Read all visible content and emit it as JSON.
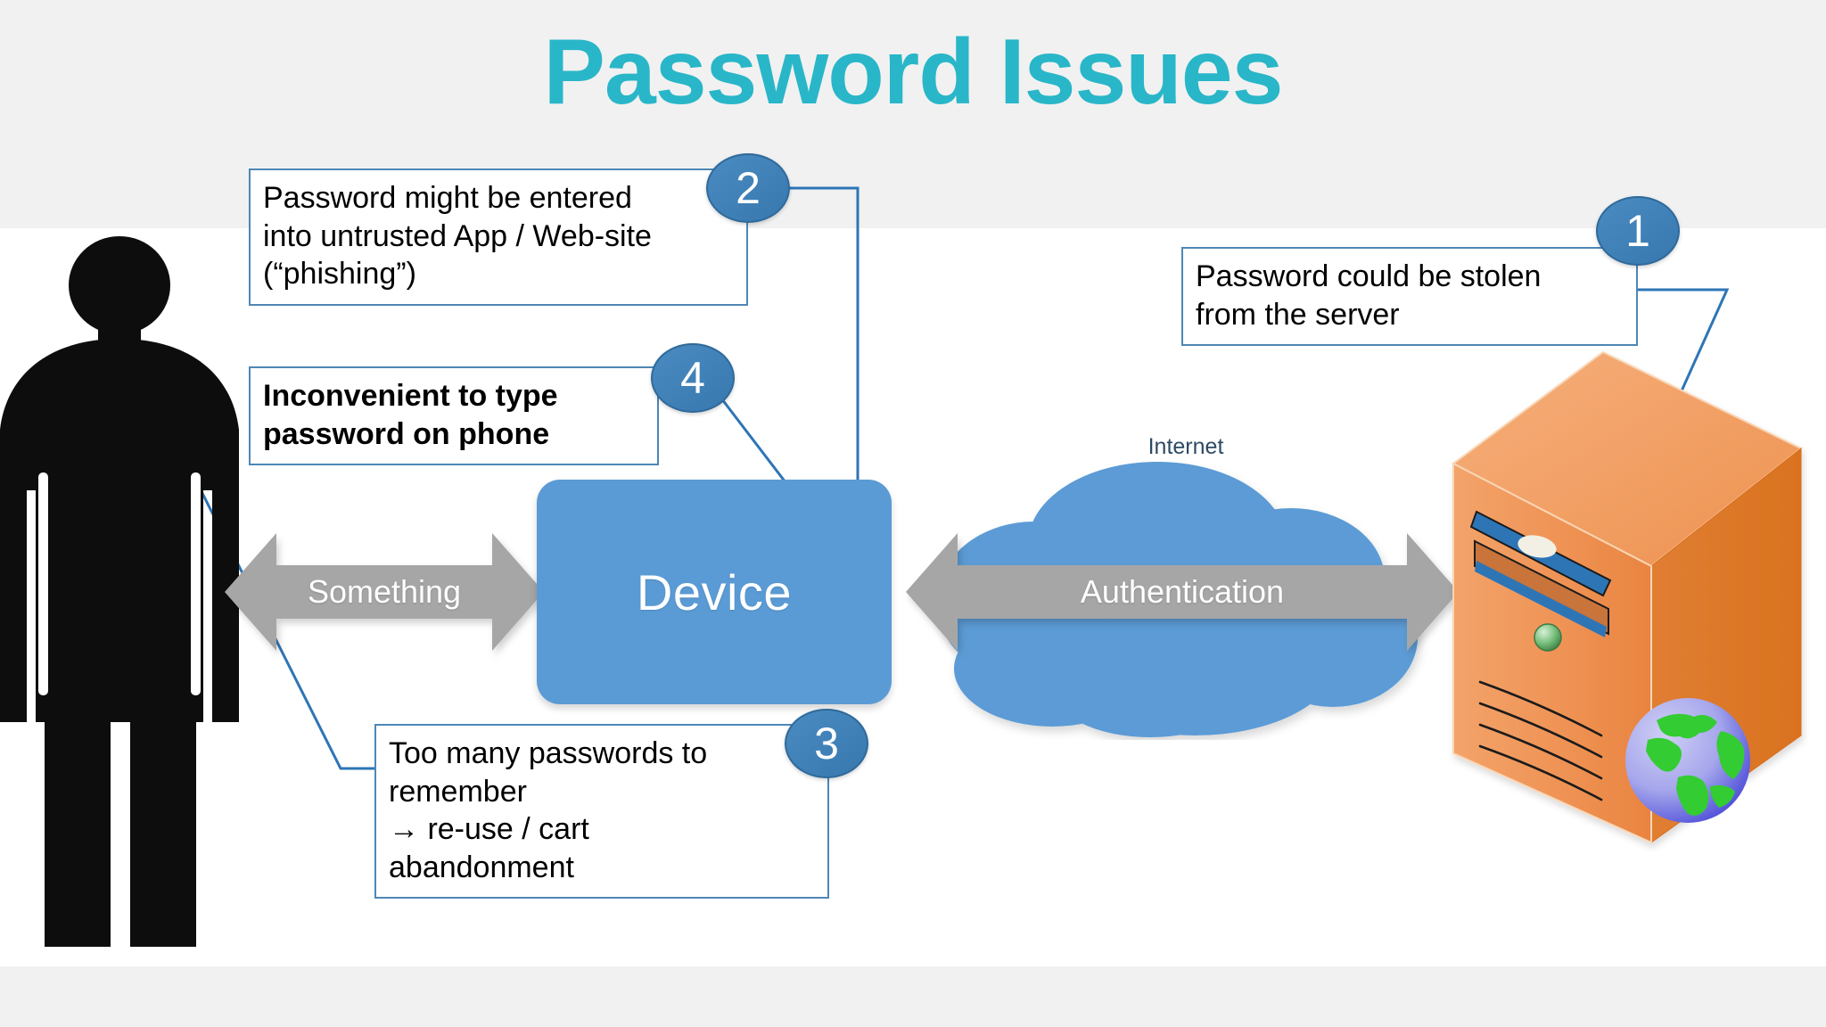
{
  "slide": {
    "title": "Password Issues",
    "title_color": "#29B6C8",
    "background_color": "#ffffff",
    "band_color": "#f1f1f1"
  },
  "callouts": [
    {
      "id": 1,
      "badge": "1",
      "text": "Password could be stolen\nfrom the server",
      "bold": false,
      "border_color": "#4E87B5"
    },
    {
      "id": 2,
      "badge": "2",
      "text": "Password might be entered\ninto untrusted App / Web-site\n(“phishing”)",
      "bold": false,
      "border_color": "#4E87B5"
    },
    {
      "id": 3,
      "badge": "3",
      "text": "Too many passwords to\nremember\n→ re-use / cart\n          abandonment",
      "bold": false,
      "border_color": "#4E87B5"
    },
    {
      "id": 4,
      "badge": "4",
      "text": "Inconvenient to type\npassword on phone",
      "bold": true,
      "border_color": "#4E87B5"
    }
  ],
  "diagram": {
    "actor": {
      "name": "person-silhouette",
      "color": "#000000"
    },
    "arrow_left": {
      "label": "Something",
      "color": "#A6A6A6"
    },
    "arrow_right": {
      "label": "Authentication",
      "color": "#A6A6A6"
    },
    "device": {
      "label": "Device",
      "fill": "#5B9BD5",
      "text_color": "#ffffff"
    },
    "cloud": {
      "label": "Internet",
      "fill": "#5B9BD5",
      "label_color": "#2E4A63"
    },
    "server": {
      "name": "server-tower",
      "fill": "#F0975A",
      "accent": "#2E75B6",
      "led": "#7FBF7F"
    },
    "globe": {
      "name": "globe-icon",
      "land": "#33CC33",
      "ocean": "#8E8EE8"
    }
  },
  "badge_style": {
    "fill": "#3778AE",
    "text_color": "#ffffff",
    "border": "#2F6A9B"
  }
}
